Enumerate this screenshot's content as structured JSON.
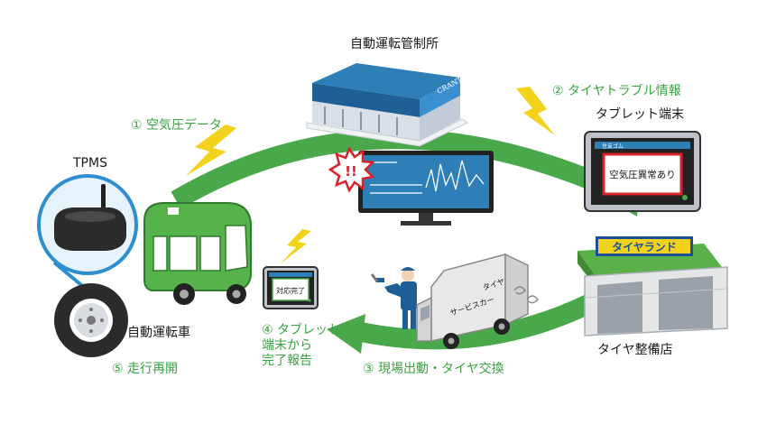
{
  "control_center": {
    "label": "自動運転管制所",
    "sign": "CRANTS",
    "alert": "!!"
  },
  "step1": {
    "label": "① 空気圧データ"
  },
  "step2": {
    "label": "② タイヤトラブル情報"
  },
  "step3": {
    "label": "③ 現場出動・タイヤ交換"
  },
  "step4": {
    "label": "④ タブレット\n端末から\n完了報告"
  },
  "step5": {
    "label": "⑤ 走行再開"
  },
  "tablet_top": {
    "label": "タブレット端末",
    "brand": "住友ゴム",
    "message": "空気圧異常あり"
  },
  "tablet_small": {
    "message": "対応完了"
  },
  "tpms": {
    "label": "TPMS"
  },
  "bus": {
    "label": "自動運転車"
  },
  "shop": {
    "label": "タイヤ整備店",
    "sign": "タイヤランド"
  },
  "truck": {
    "line1": "タイヤ",
    "line2": "サービスカー"
  },
  "colors": {
    "green_flow": "#49a84a",
    "green_text": "#3aa341",
    "bus_green": "#56b24a",
    "bolt_yellow": "#f2d21a",
    "screen_blue": "#2e7fb8",
    "alert_red": "#d8232a",
    "shop_green": "#5bb04a",
    "shop_sign_blue": "#1a4f9c"
  }
}
